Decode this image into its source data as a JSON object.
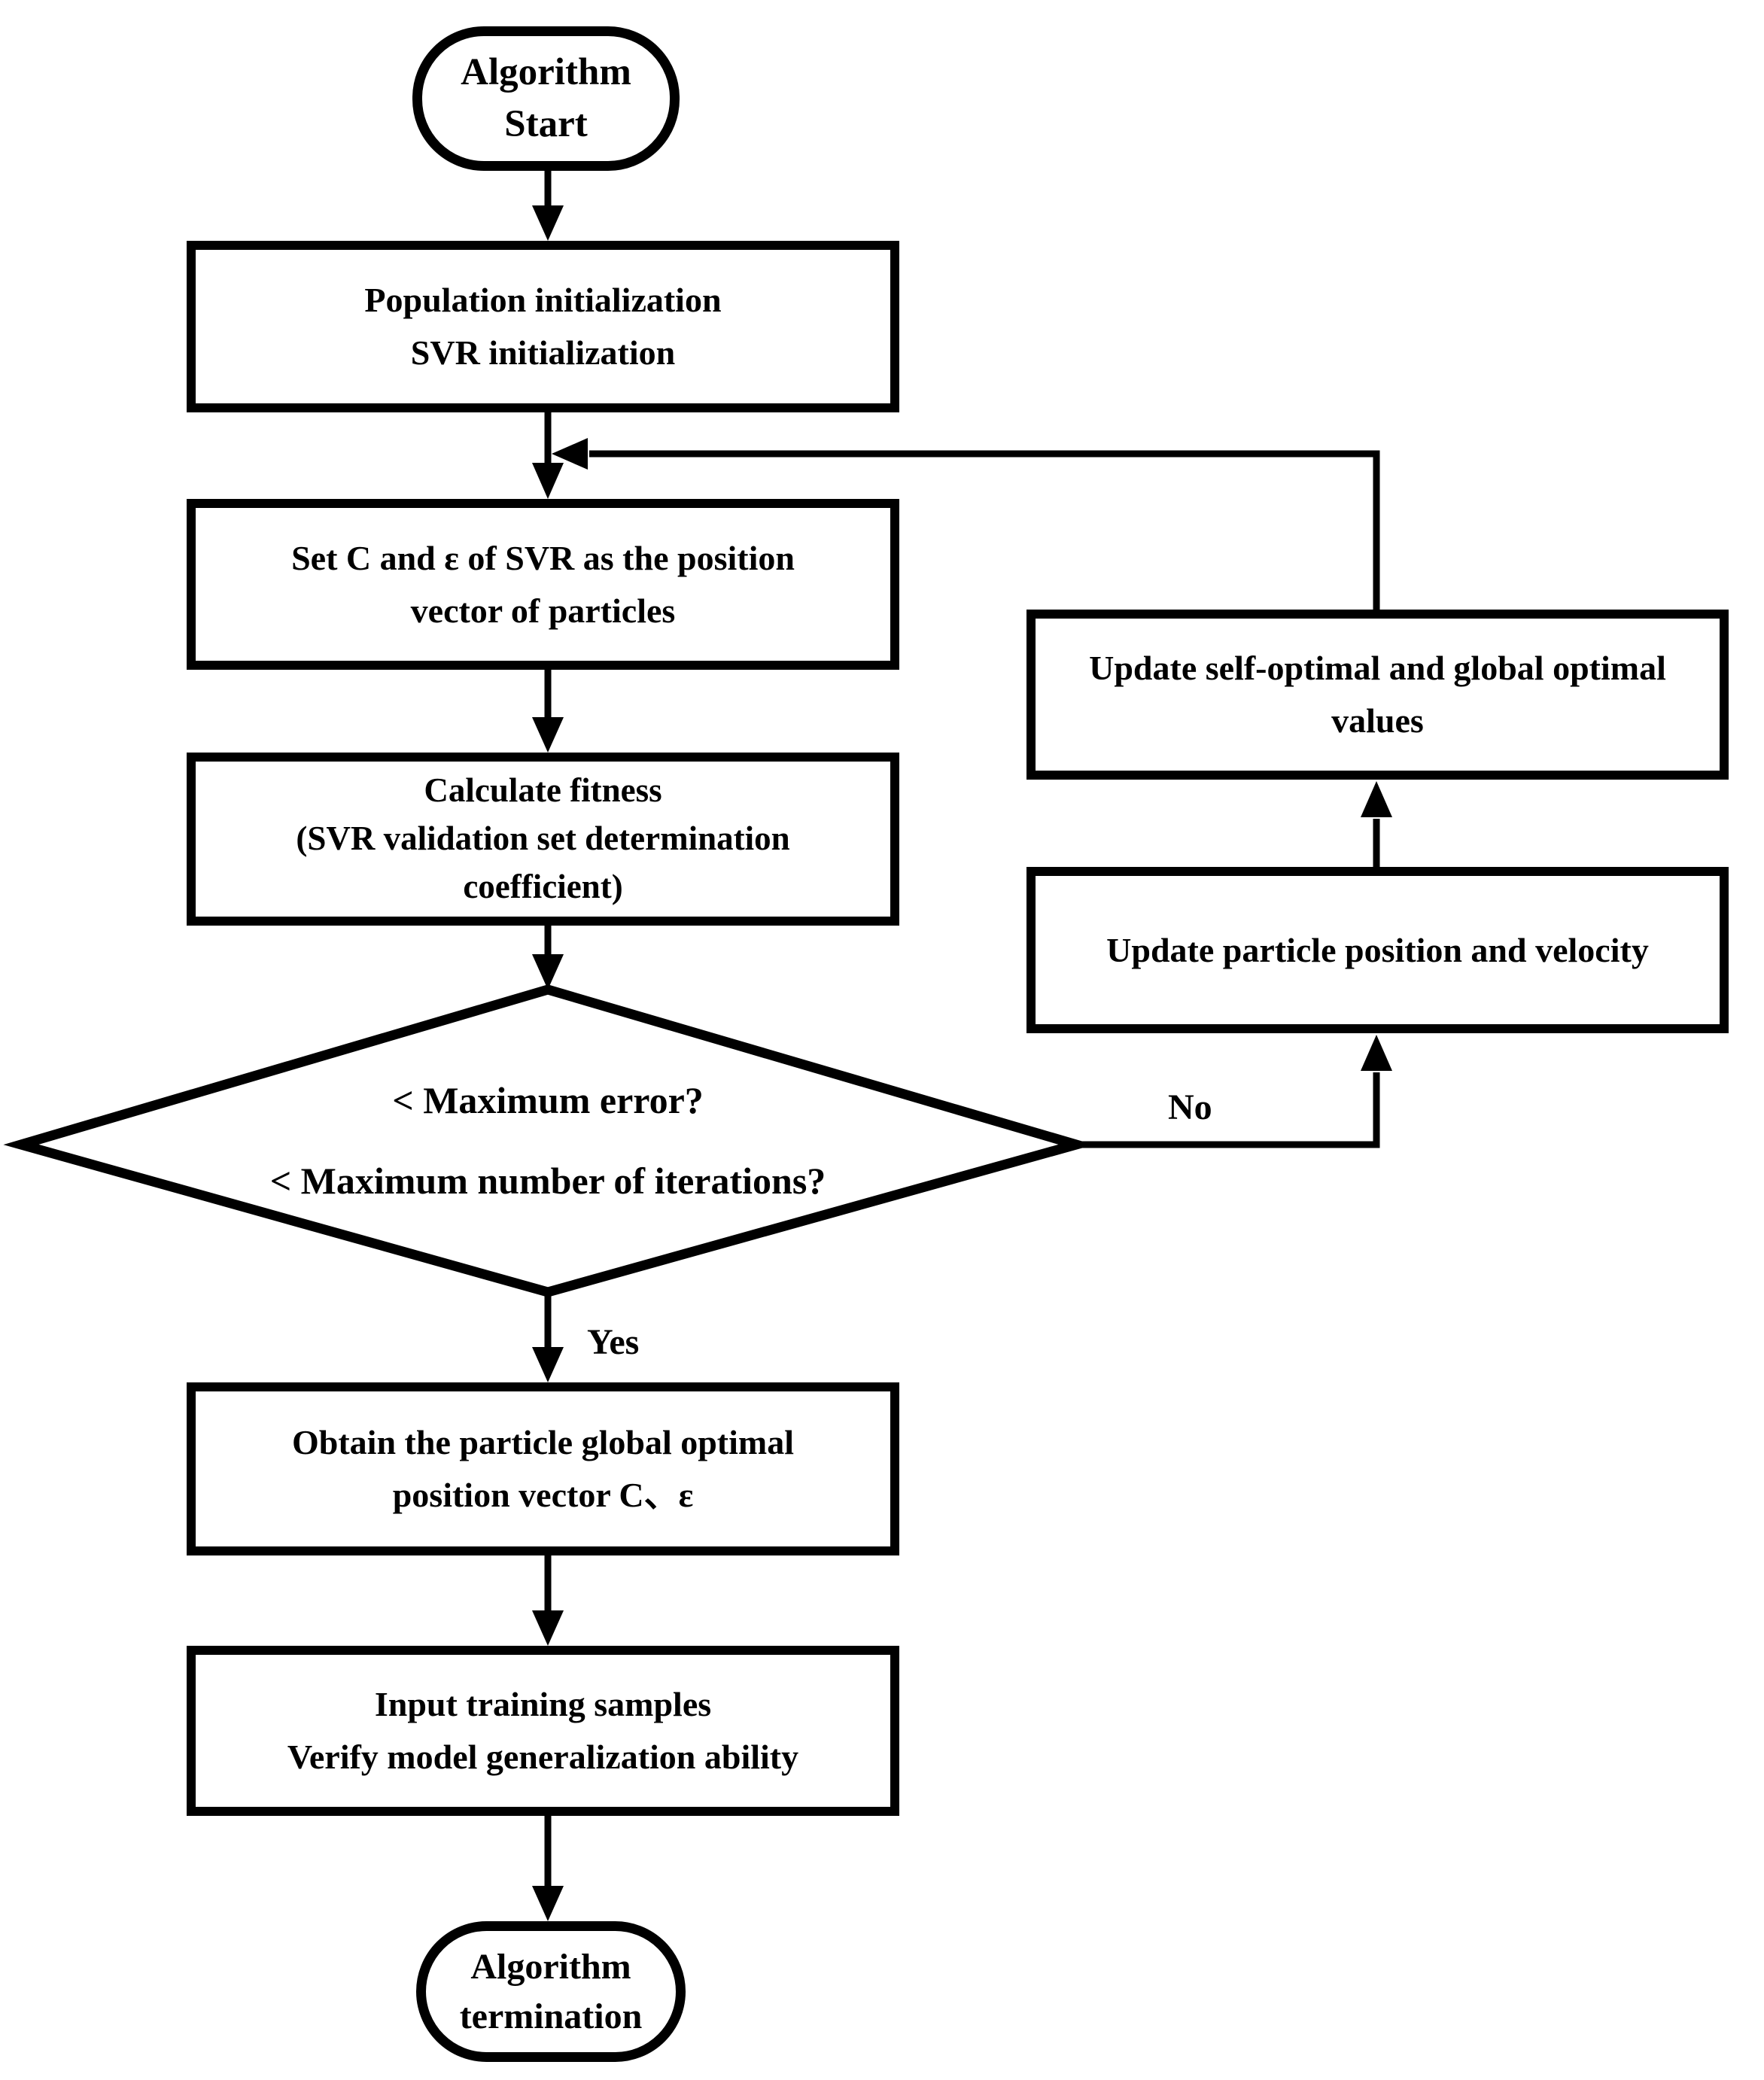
{
  "diagram": {
    "background_color": "#ffffff",
    "stroke_color": "#000000",
    "text_color": "#000000"
  },
  "nodes": {
    "start": {
      "shape": "terminator",
      "lines": [
        "Algorithm",
        "Start"
      ]
    },
    "initialization": {
      "shape": "process",
      "lines": [
        "Population initialization",
        "SVR initialization"
      ]
    },
    "set_position": {
      "shape": "process",
      "lines": [
        "Set C and ε of SVR as the position",
        "vector of particles"
      ]
    },
    "calculate_fitness": {
      "shape": "process",
      "lines": [
        "Calculate fitness",
        "(SVR validation set determination",
        "coefficient)"
      ]
    },
    "decision": {
      "shape": "decision",
      "lines": [
        "< Maximum error?",
        "< Maximum number of iterations?"
      ]
    },
    "update_optimal": {
      "shape": "process",
      "lines": [
        "Update self-optimal and global optimal",
        "values"
      ]
    },
    "update_particle": {
      "shape": "process",
      "lines": [
        "Update particle position and velocity"
      ]
    },
    "obtain_vector": {
      "shape": "process",
      "lines": [
        "Obtain the particle global optimal",
        "position vector C、ε"
      ]
    },
    "verify_model": {
      "shape": "process",
      "lines": [
        "Input training samples",
        "Verify model generalization ability"
      ]
    },
    "end": {
      "shape": "terminator",
      "lines": [
        "Algorithm",
        "termination"
      ]
    }
  },
  "edge_labels": {
    "no": "No",
    "yes": "Yes"
  }
}
